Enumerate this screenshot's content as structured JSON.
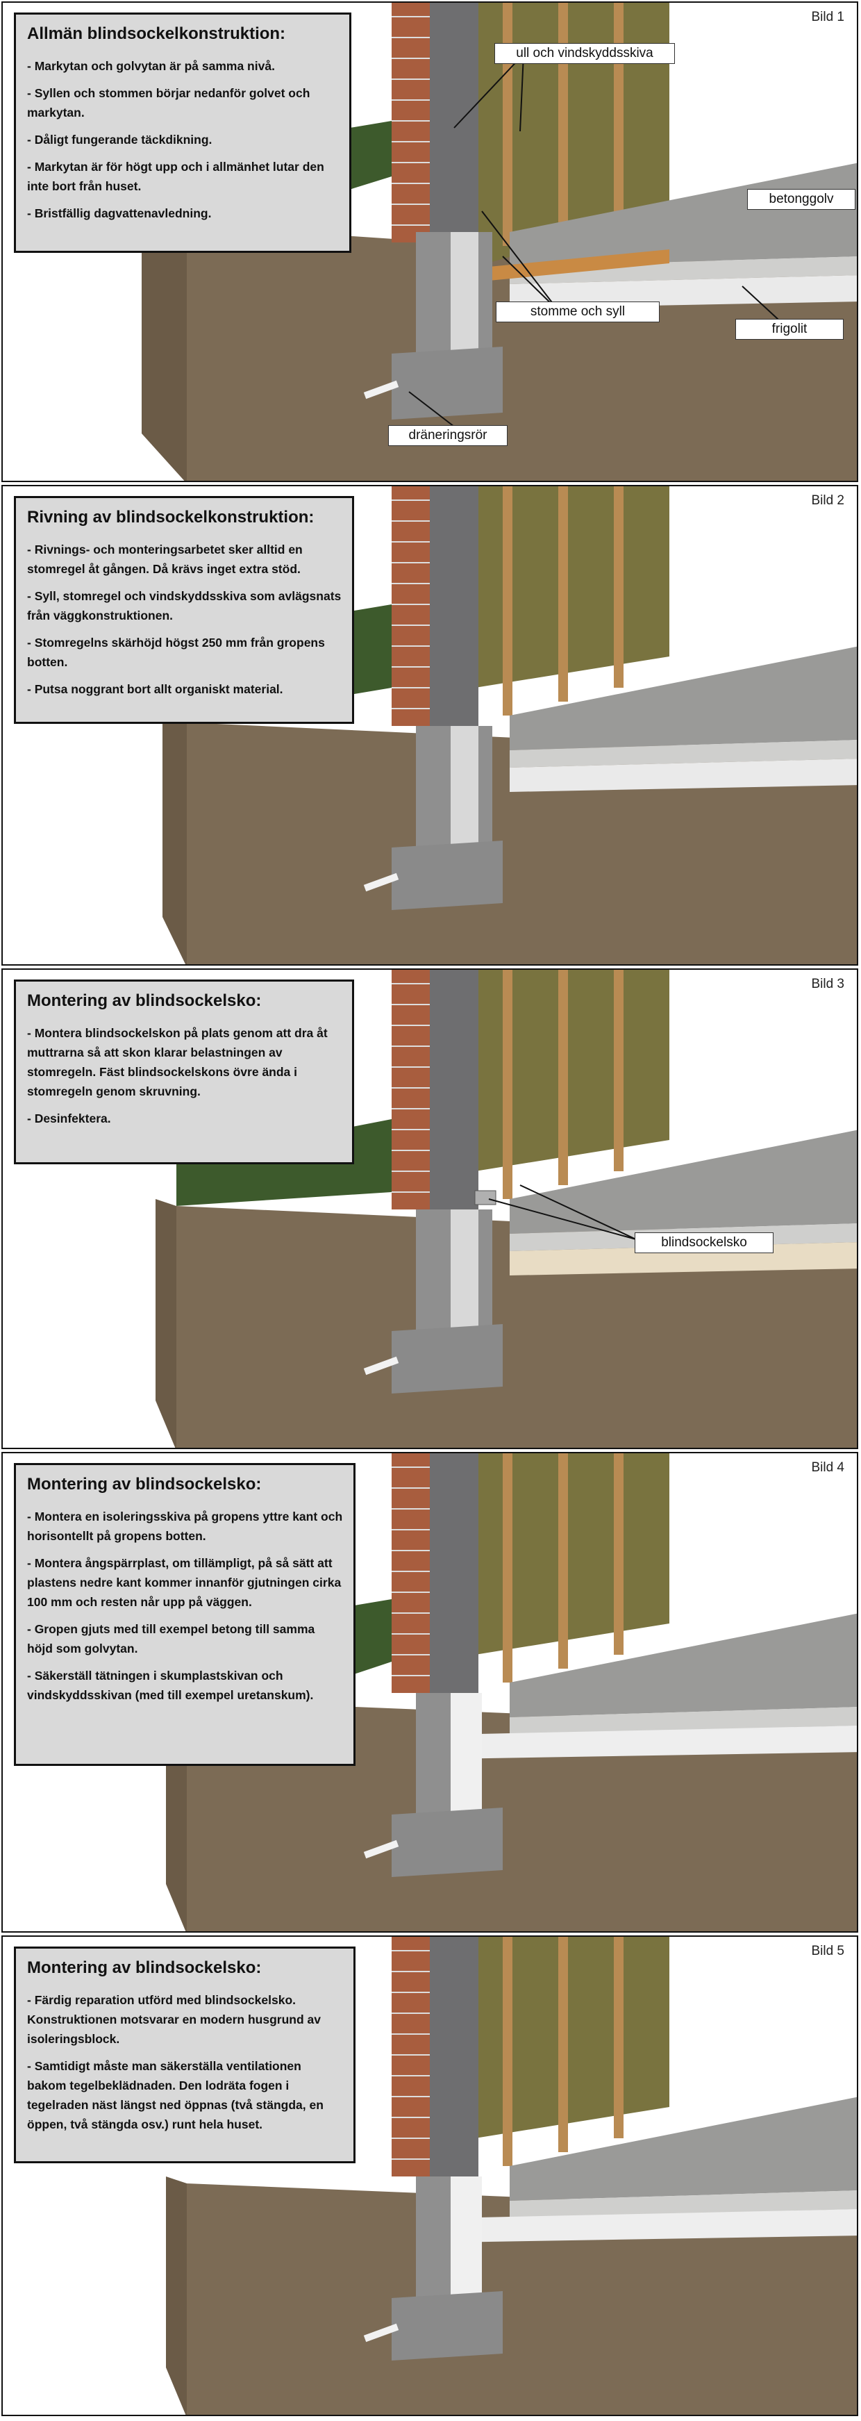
{
  "panels": [
    {
      "bild": "Bild 1",
      "title": "Allmän blindsockelkonstruktion:",
      "items": [
        "- Markytan och golvytan är på samma nivå.",
        "- Syllen och stommen börjar nedanför golvet och markytan.",
        "- Dåligt fungerande täckdikning.",
        "- Markytan är för högt upp och i allmänhet lutar den inte bort från huset.",
        "- Bristfällig dagvattenavledning."
      ],
      "callouts": {
        "ull": "ull och vindskyddsskiva",
        "betong": "betonggolv",
        "stomme": "stomme och syll",
        "frigolit": "frigolit",
        "dranering": "dräneringsrör"
      }
    },
    {
      "bild": "Bild 2",
      "title": "Rivning av blindsockelkonstruktion:",
      "items": [
        "- Rivnings- och monteringsarbetet sker alltid en stomregel åt gången. Då krävs inget extra stöd.",
        "- Syll, stomregel och vindskyddsskiva som avlägsnats från väggkonstruktionen.",
        "- Stomregelns skärhöjd högst 250 mm från gropens botten.",
        "- Putsa noggrant bort allt organiskt material."
      ]
    },
    {
      "bild": "Bild 3",
      "title": "Montering av blindsockelsko:",
      "items": [
        "- Montera blindsockelskon på plats genom att dra åt muttrarna så att skon klarar belastningen av stomregeln. Fäst blindsockelskons övre ända i stomregeln genom skruvning.",
        "- Desinfektera."
      ],
      "callouts": {
        "sko": "blindsockelsko"
      }
    },
    {
      "bild": "Bild 4",
      "title": "Montering av blindsockelsko:",
      "items": [
        "- Montera en isoleringsskiva på gropens yttre kant och horisontellt på gropens botten.",
        "- Montera ångspärrplast, om tillämpligt, på så sätt att plastens nedre kant kommer innanför gjutningen cirka 100 mm och resten når upp på väggen.",
        "- Gropen gjuts med till exempel betong till samma höjd som golvytan.",
        "- Säkerställ tätningen i skumplastskivan och vindskyddsskivan (med till exempel uretanskum)."
      ]
    },
    {
      "bild": "Bild 5",
      "title": "Montering av blindsockelsko:",
      "items": [
        "- Färdig reparation utförd med blindsockelsko. Konstruktionen motsvarar en modern husgrund av isoleringsblock.",
        "- Samtidigt måste man säkerställa ventilationen bakom tegelbeklädnaden. Den lodräta fogen i tegelraden näst längst ned öppnas (två stängda, en öppen, två stängda osv.) runt hela huset."
      ]
    }
  ]
}
